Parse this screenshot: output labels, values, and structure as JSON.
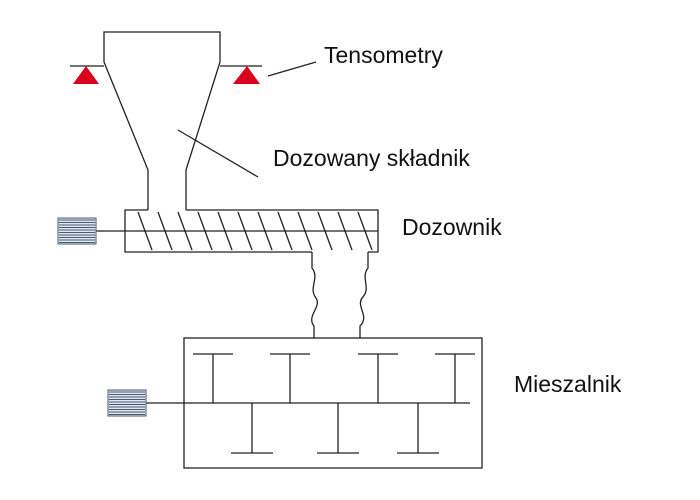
{
  "labels": {
    "tensometry": "Tensometry",
    "dozowany_skladnik": "Dozowany składnik",
    "dozownik": "Dozownik",
    "mieszalnik": "Mieszalnik"
  },
  "colors": {
    "line": "#222222",
    "sensor": "#d8001c",
    "motor_stripe": "#4a5a70",
    "motor_body": "#dfe6f0"
  },
  "icons": {
    "sensor": "red-triangle-icon",
    "motor": "striped-motor-icon"
  }
}
